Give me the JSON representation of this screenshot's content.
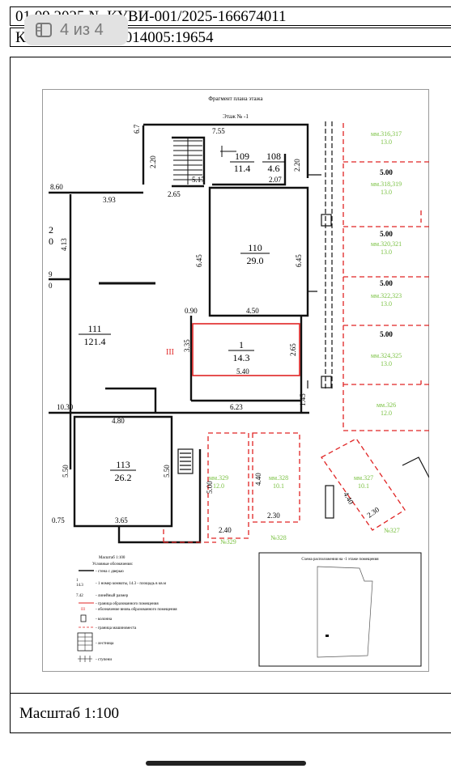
{
  "header": {
    "line1": "01.09.2025    № КУВИ-001/2025-166674011",
    "line2": "К                   номер: 77:07:0014005:19654"
  },
  "page_badge": {
    "label": "4 из 4",
    "icon": "pages-icon"
  },
  "plan": {
    "title": "Фрагмент плана этажа",
    "floor": "Этаж № -1",
    "rooms": {
      "r109": {
        "num": "109",
        "area": "11.4"
      },
      "r108": {
        "num": "108",
        "area": "4.6"
      },
      "r110": {
        "num": "110",
        "area": "29.0"
      },
      "r111": {
        "num": "111",
        "area": "121.4"
      },
      "r1": {
        "num": "1",
        "area": "14.3"
      },
      "r113": {
        "num": "113",
        "area": "26.2"
      }
    },
    "marker_iii": "III",
    "dims": {
      "d755": "7.55",
      "d220": "2.20",
      "d517": "5.17",
      "d220b": "2.20",
      "d207": "2.07",
      "d860": "8.60",
      "d393": "3.93",
      "d265": "2.65",
      "d413": "4.13",
      "d645a": "6.45",
      "d645b": "6.45",
      "d090": "0.90",
      "d450": "4.50",
      "d335": "3.35",
      "d265b": "2.65",
      "d540": "5.40",
      "d145": "1.45",
      "d1030": "10.30",
      "d623": "6.23",
      "d480": "4.80",
      "d550a": "5.50",
      "d550b": "5.50",
      "d075": "0.75",
      "d365": "3.65",
      "d2": "2",
      "d0": "0",
      "d9": "9",
      "d0b": "0",
      "d67": "6.7"
    },
    "parking": [
      {
        "name": "мм.316,317",
        "area": "13.0"
      },
      {
        "name": "мм.318,319",
        "area": "13.0"
      },
      {
        "name": "мм.320,321",
        "area": "13.0"
      },
      {
        "name": "мм.322,323",
        "area": "13.0"
      },
      {
        "name": "мм.324,325",
        "area": "13.0"
      },
      {
        "name": "мм.326",
        "area": "12.0"
      }
    ],
    "parking_dims": [
      "5.00",
      "5.00",
      "5.00",
      "5.00"
    ],
    "parking_lower": {
      "p329": {
        "name": "мм.329",
        "area": "12.0",
        "no": "№329",
        "w": "2.40",
        "h": "5.00"
      },
      "p328": {
        "name": "мм.328",
        "area": "10.1",
        "no": "№328",
        "w": "2.30",
        "h": "4.40"
      },
      "p327": {
        "name": "мм.327",
        "area": "10.1",
        "no": "№327",
        "w": "2.30",
        "h": "4.40"
      }
    },
    "legend": {
      "scale": "Масштаб 1:100",
      "heading": "Условные обозначения:",
      "items": [
        "- стена с дверью",
        "- 1 номер комнаты, 14.3 - площадь в кв.м",
        "- линейный размер",
        "- граница образованного помещения",
        "- обозначение вновь образованного помещения",
        "- колонна",
        "- граница машиноместа",
        "- лестница",
        "- ступени"
      ],
      "sample_num": "1",
      "sample_area": "14.3",
      "sample_dim": "7.42",
      "sample_iii": "III"
    },
    "scheme_title": "Схема расположения на -1 этаже помещения"
  },
  "footer": {
    "scale": "Масштаб 1:100"
  },
  "colors": {
    "red": "#e02424",
    "green": "#7ac142",
    "wall": "#111111"
  }
}
